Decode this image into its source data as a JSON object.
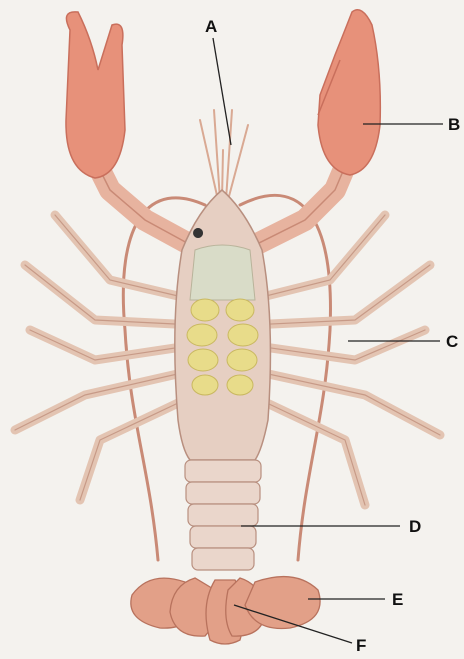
{
  "labels": {
    "a": "A",
    "b": "B",
    "c": "C",
    "d": "D",
    "e": "E",
    "f": "F"
  },
  "colors": {
    "background": "#f4f2ee",
    "claw": "#e7917a",
    "claw_shade": "#c96f5c",
    "leg": "#e8c8b6",
    "leg_outline": "#c79a87",
    "body": "#e6cfc2",
    "underside": "#d9dcc8",
    "yellow_glands": "#e8dc8a",
    "tail_fan": "#e2a088",
    "leader_line": "#222222"
  }
}
